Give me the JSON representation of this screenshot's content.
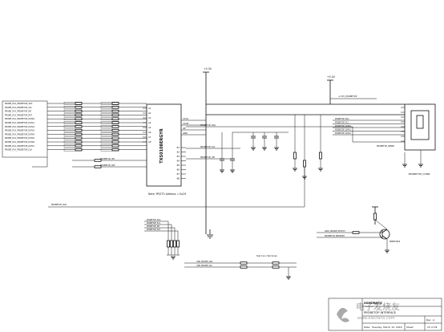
{
  "ic": {
    "part": "TXS0108ERGYR",
    "left_pins": [
      "A1",
      "A2",
      "A3",
      "A4",
      "A5",
      "A6",
      "A7",
      "A8"
    ],
    "right_pins": [
      "B1",
      "B2",
      "B3",
      "B4",
      "B5",
      "B6",
      "B7",
      "B8"
    ],
    "power_pins": [
      "VCCA",
      "VCCB",
      "OE",
      "GND"
    ],
    "note": "Note: PROTO Address = 0x29"
  },
  "power_labels": [
    "+3.3V",
    "+5.0V"
  ],
  "nets": {
    "left": [
      "PROBE_PCA_PROBETOP_SDA",
      "PROBE_PCA_PROBETOP_SCL",
      "PROBE_PCA_PROBETOP_INT",
      "PROBE_PCA_PROBETOP_RST",
      "PROBE_PCA_PROBETOP_DATA0",
      "PROBE_PCA_PROBETOP_DATA1",
      "PROBE_PCA_PROBETOP_DATA2",
      "PROBE_PCA_PROBETOP_DATA3",
      "PROBE_PCA_PROBETOP_DATA4",
      "PROBE_PCA_PROBETOP_DATA5",
      "PROBE_PCA_PROBETOP_DATA6",
      "PROBE_PCA_PROBETOP_DATA7",
      "PROBE_PCA_PROBETOP_CLK"
    ],
    "middle": [
      "PROBETOP_SDA",
      "PROBETOP_SCL",
      "PROBETOP_INT",
      "PROBETOP_RST"
    ],
    "top": [
      "PROBETOP_SDA",
      "PROBETOP_SCL",
      "PROBETOP_DATA0",
      "PROBETOP_DATA1",
      "PROBETOP_DATA2"
    ],
    "right_short": [
      "+3.3V_PROBETOP",
      "PROBETOP_SENSE"
    ]
  },
  "lower_block": {
    "labels": [
      "PROBETOP_SDA",
      "PROBETOP_SCL",
      "PROBETOP_INT",
      "PROBETOP_RST"
    ],
    "test_label": "Test Conn Terminals",
    "bus_labels": [
      "USB_PROBE_SDA",
      "USB_PROBE_SCL"
    ]
  },
  "right_block": {
    "labels": [
      "GPIO_PROBE_DETECT",
      "PROBETOP_PRESENT"
    ],
    "part": "MMBT3904"
  },
  "connector": {
    "label": "PROBETOP_CONN"
  },
  "title_block": {
    "title": "SCHEMATIC",
    "subtitle": "PROBETOP INTERFACE",
    "date_label": "Date:",
    "date_value": "Tuesday, March 15, 2016",
    "sheet_label": "Sheet",
    "sheet_value": "15 of 18",
    "rev_label": "Rev",
    "rev_value": "A",
    "watermark": "电子发烧友",
    "watermark_url": "www.elecfans.com"
  }
}
